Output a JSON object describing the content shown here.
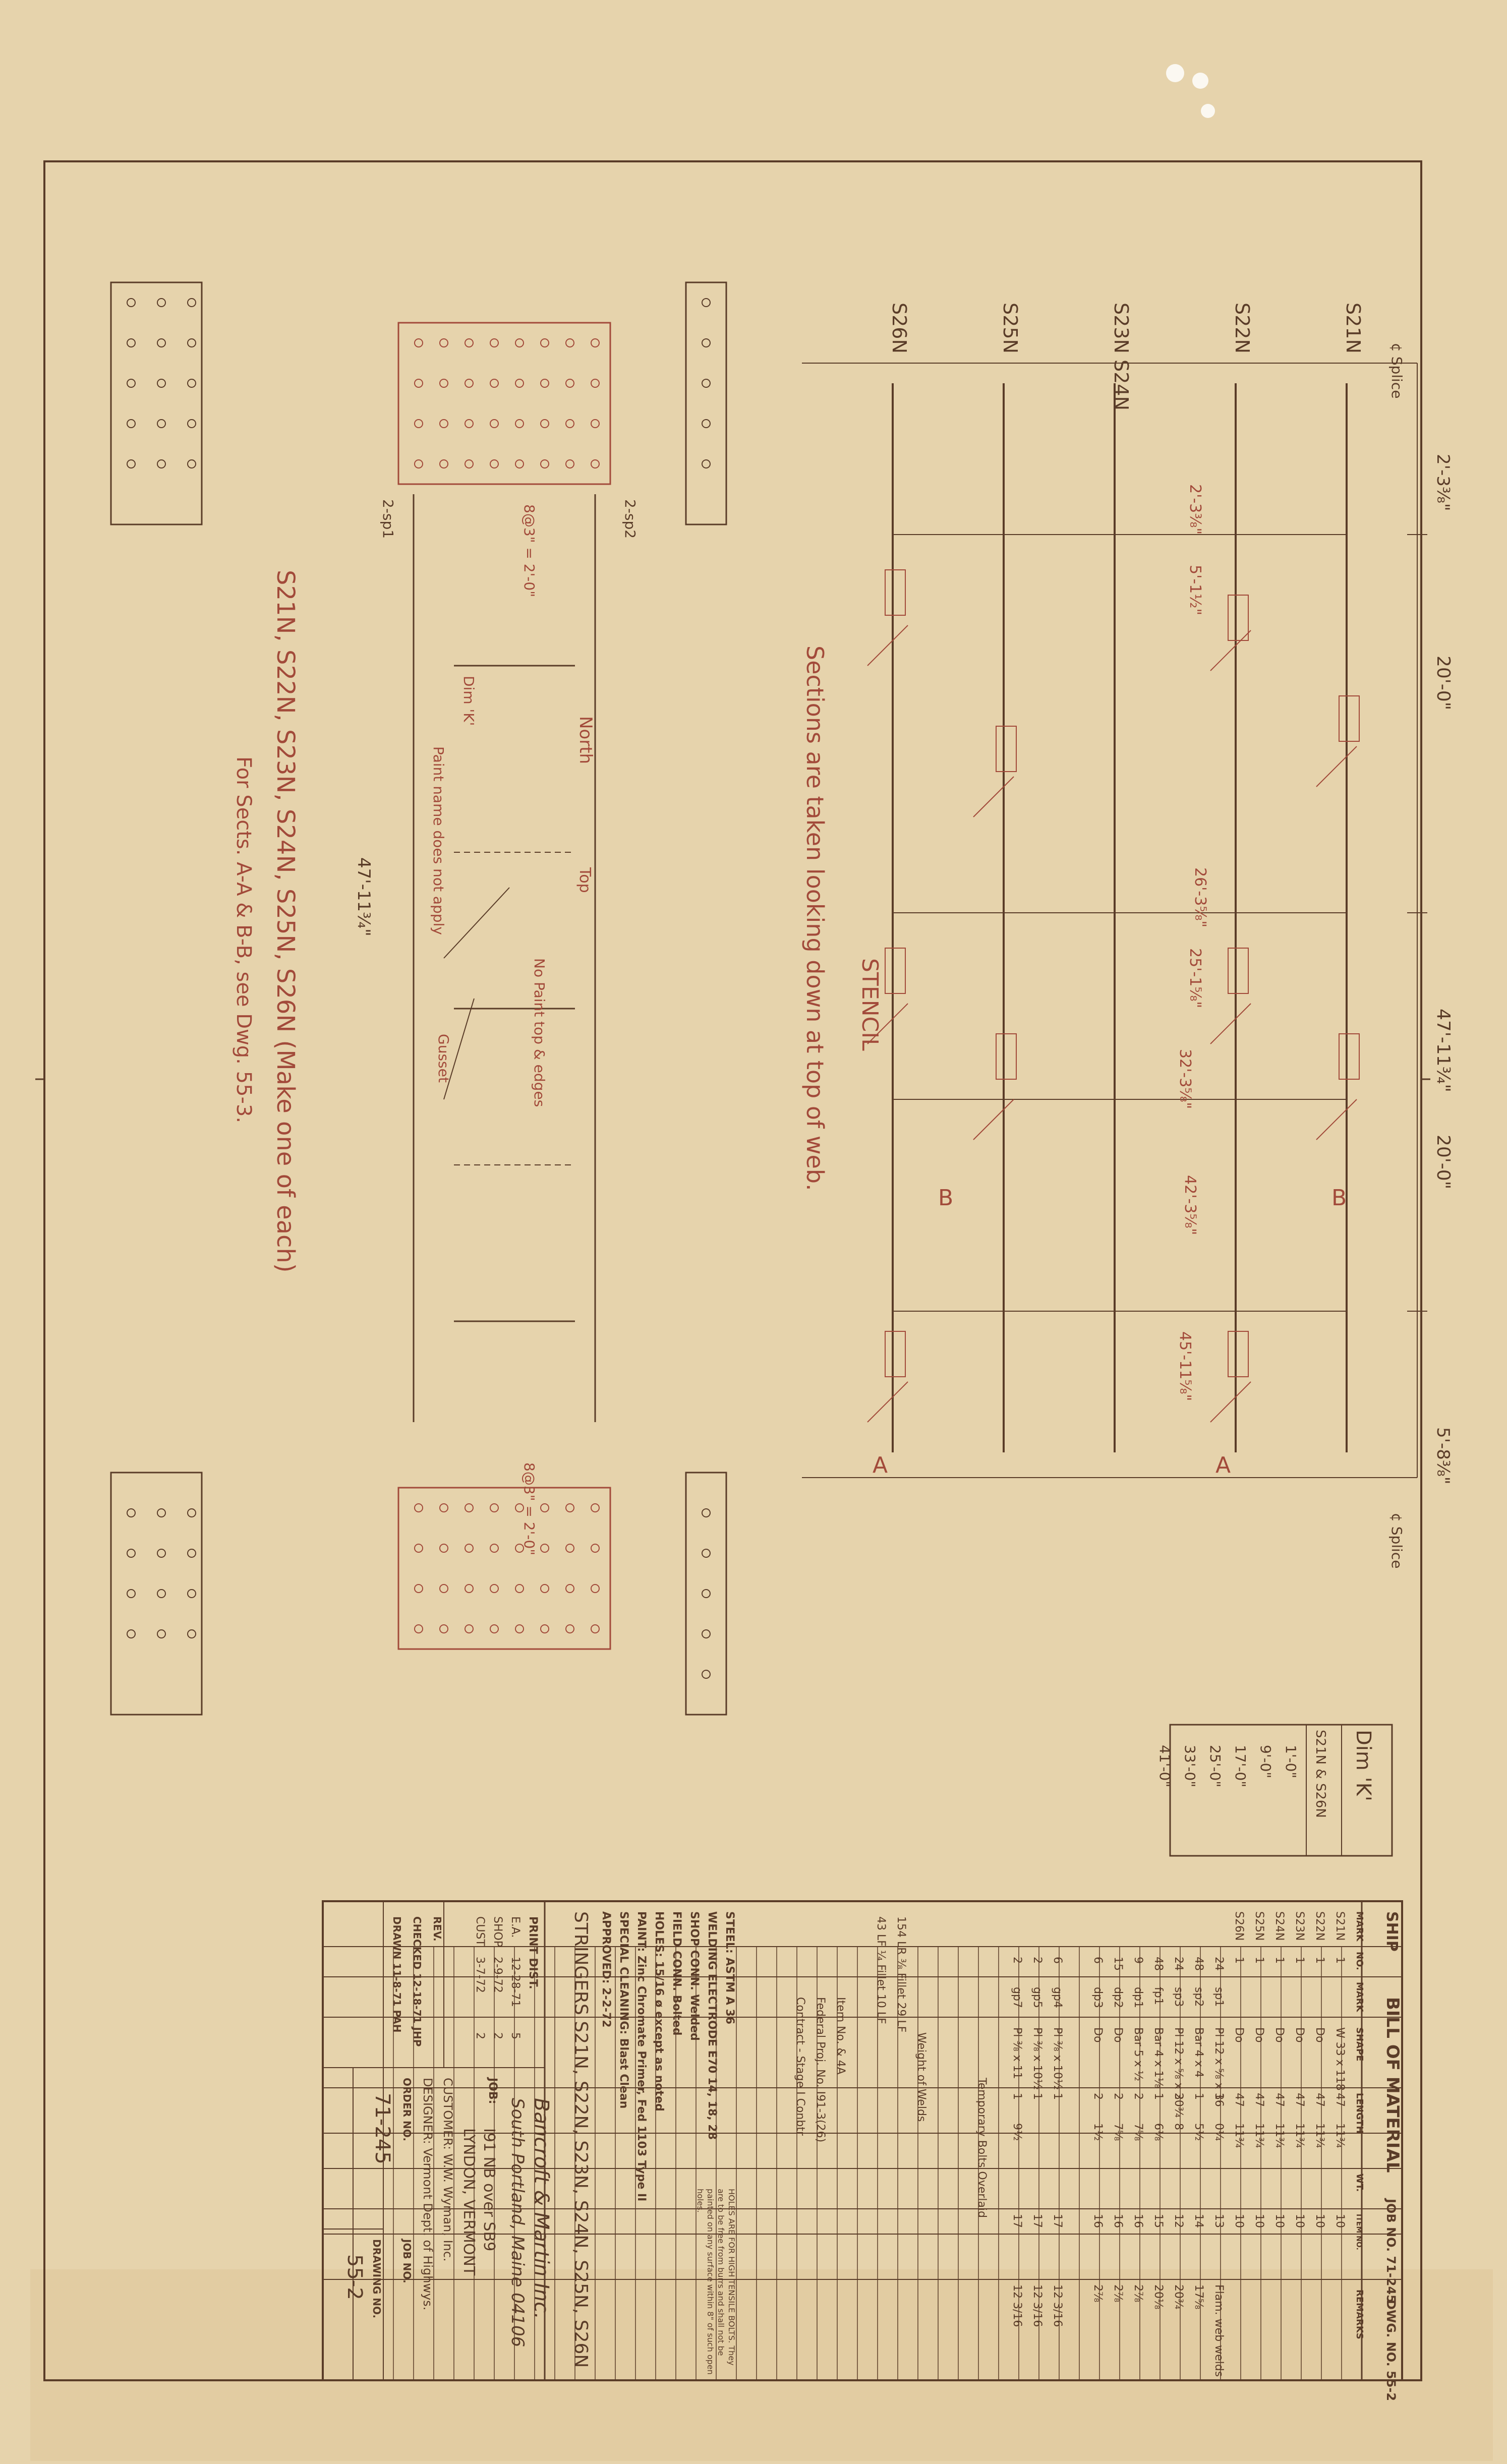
{
  "colors": {
    "paper": "#e6d3ac",
    "pencil": "#5a3c28",
    "red_pencil": "#a24a3a"
  },
  "girders": {
    "marks": [
      "S21N",
      "S22N",
      "S23N\nS24N",
      "S25N",
      "S26N"
    ],
    "overall_length": "47'-11¾\"",
    "panel_length": "20'-0\"",
    "end_dim_left": "2'-3⅜\"",
    "end_dim_right": "5'-8⅜\"",
    "splice_label": "¢ Splice",
    "inner_dims": [
      "2'-3⅜\"",
      "5'-1½\"",
      "25'-1⅝\"",
      "26'-3⅝\"",
      "32'-3⅝\"",
      "42'-3⅝\"",
      "45'-11⅝\""
    ],
    "stencil": "STENCIL",
    "section_a": "A",
    "section_b": "B"
  },
  "elevation": {
    "title": "S21N, S22N, S23N, S24N, S25N, S26N  (Make one of each)",
    "sub": "For Sects. A-A & B-B, see Dwg. 55-3.",
    "note_sections": "Sections are taken looking down at top of web.",
    "note_north": "North",
    "note_paint1": "Paint name does not apply",
    "note_paint2": "No Paint top & edges",
    "note_top": "Top",
    "note_gusset": "Gusset",
    "dim_k": "Dim 'K'",
    "splice_left": "2-sp1",
    "splice_right": "2-sp2",
    "bolt_dim": "8@3\" = 2'-0\"",
    "length": "47'-11¾\""
  },
  "dim_k_table": {
    "title": "Dim 'K'",
    "header": "S21N & S26N",
    "values": [
      "1'-0\"",
      "9'-0\"",
      "17'-0\"",
      "25'-0\"",
      "33'-0\"",
      "41'-0\""
    ]
  },
  "bom": {
    "title": "BILL OF MATERIAL",
    "ship": "SHIP",
    "job_no": "JOB NO. 71-245",
    "dwg_no": "DWG. NO. 55-2",
    "headers": [
      "MARK",
      "NO.",
      "MARK",
      "SHAPE",
      "LENGTH",
      "WT.",
      "ITEM NO.",
      "REMARKS"
    ],
    "rows": [
      [
        "S21N",
        "1",
        "",
        "W 33 x 118",
        "47",
        "11¾",
        "10",
        ""
      ],
      [
        "S22N",
        "1",
        "",
        "Do",
        "47",
        "11¾",
        "10",
        ""
      ],
      [
        "S23N",
        "1",
        "",
        "Do",
        "47",
        "11¾",
        "10",
        ""
      ],
      [
        "S24N",
        "1",
        "",
        "Do",
        "47",
        "11¾",
        "10",
        ""
      ],
      [
        "S25N",
        "1",
        "",
        "Do",
        "47",
        "11¾",
        "10",
        ""
      ],
      [
        "S26N",
        "1",
        "",
        "Do",
        "47",
        "11¾",
        "10",
        ""
      ],
      [
        "",
        "24",
        "sp1",
        "Pl 12 x ⅝ x 16",
        "3",
        "0¼",
        "13",
        "Flam. web welds"
      ],
      [
        "",
        "48",
        "sp2",
        "Bar 4 x 4",
        "1",
        "5½",
        "14",
        "17⅝"
      ],
      [
        "",
        "24",
        "sp3",
        "Pl 12 x ⅝ x 20¾",
        "3",
        "8",
        "12",
        "20¾"
      ],
      [
        "",
        "48",
        "fp1",
        "Bar 4 x 1⅛",
        "1",
        "6⅛",
        "15",
        "20⅛"
      ],
      [
        "",
        "9",
        "dp1",
        "Bar 5 x ½",
        "2",
        "7⅝",
        "16",
        "2⅞"
      ],
      [
        "",
        "15",
        "dp2",
        "Do",
        "2",
        "7⅝",
        "16",
        "2⅞"
      ],
      [
        "",
        "6",
        "dp3",
        "Do",
        "2",
        "1½",
        "16",
        "2⅞"
      ],
      [
        "",
        "6",
        "gp4",
        "Pl ⅜ x 10½",
        "1",
        "",
        "17",
        "12 3/16"
      ],
      [
        "",
        "2",
        "gp5",
        "Pl ⅜ x 10½",
        "1",
        "",
        "17",
        "12 3/16"
      ],
      [
        "",
        "2",
        "gp7",
        "Pl ⅜ x 11",
        "1",
        "9½",
        "17",
        "12 3/16"
      ]
    ],
    "misc": [
      "154 LR ⅜ Fillet  29 LF",
      "43 LF ¼ Fillet  10 LF",
      "Weight of Welds",
      "Item No. & 4A",
      "Federal Proj. No. I91-3(26)",
      "Contract - Stage I Conbtr",
      "Temporary Bolts Overlaid"
    ],
    "steel": "STEEL: ASTM A 36",
    "welding": "WELDING ELECTRODE E70 14, 18, 28",
    "shop_conn": "SHOP CONN. Welded",
    "field_conn": "FIELD CONN. Bolted",
    "holes": "HOLES: 15/16 ø except as noted",
    "paint": "PAINT: Zinc Chromate Primer, Fed 1103 Type II",
    "cleaning": "SPECIAL CLEANING: Blast Clean",
    "approved": "APPROVED: 2-2-72",
    "hole_note": "HOLES ARE FOR HIGH TENSILE BOLTS. They are to be free from burrs and shall not be painted on any surface within 8\" of such open holes.",
    "stringers": "STRINGERS S21N, S22N, S23N, S24N, S25N, S26N"
  },
  "title_block": {
    "print_dist": "PRINT DIST.",
    "rev_rows": [
      [
        "E.A.",
        "12-28-71",
        "5"
      ],
      [
        "SHOP",
        "2-9-72",
        "2"
      ],
      [
        "CUST",
        "3-7-72",
        "2"
      ]
    ],
    "rev": "REV.",
    "checked": "CHECKED  12-18-71  JHP",
    "drawn": "DRAWN  11-8-71  PAH",
    "company": "Bancroft & Martin Inc.",
    "location": "South Portland, Maine 04106",
    "job": "JOB:",
    "job_desc": "I91 NB over SB9",
    "job_loc": "LYNDON, VERMONT",
    "customer": "CUSTOMER: W.W. Wyman, Inc.",
    "designer": "DESIGNER: Vermont Dept. of Highwys.",
    "order_no": "ORDER NO.",
    "job_no_label": "JOB NO.",
    "drawing_no_label": "DRAWING NO.",
    "job_number": "71-245",
    "drawing_number": "55-2"
  }
}
